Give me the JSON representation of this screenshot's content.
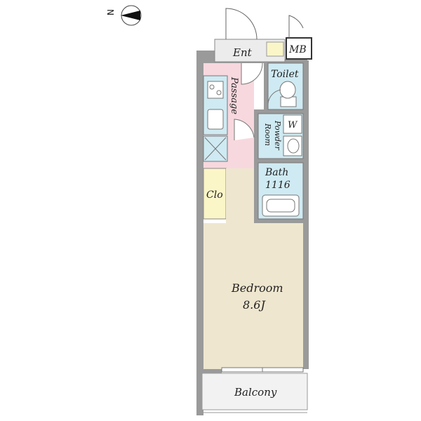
{
  "compass": {
    "north_label": "N"
  },
  "rooms": {
    "entrance": "Ent",
    "meter_box": "MB",
    "toilet": "Toilet",
    "passage": "Passage",
    "washer": "W",
    "powder_room_line1": "Powder",
    "powder_room_line2": "Room",
    "bath_line1": "Bath",
    "bath_line2": "1116",
    "closet": "Clo",
    "bedroom_name": "Bedroom",
    "bedroom_size": "8.6J",
    "balcony": "Balcony"
  },
  "colors": {
    "bedroom": "#efe6cf",
    "passage": "#f7d8de",
    "wet_area": "#cfeaf2",
    "closet": "#fbf6c8",
    "entrance": "#ececec",
    "wall": "#9a9a9a",
    "balcony": "#f2f2f2"
  }
}
